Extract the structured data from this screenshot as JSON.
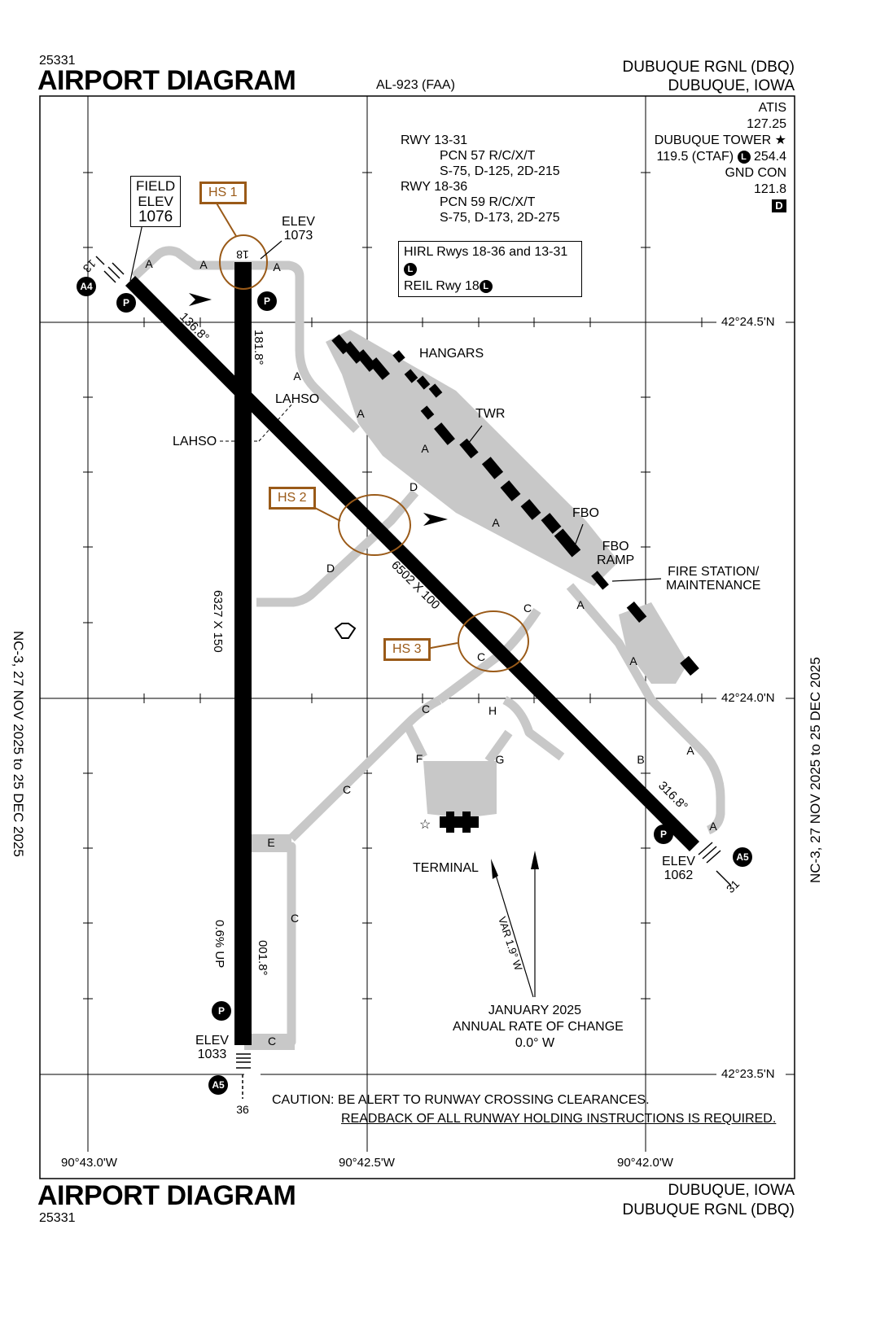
{
  "header": {
    "doc_number": "25331",
    "title": "AIRPORT DIAGRAM",
    "procedure_id": "AL-923 (FAA)",
    "airport_name": "DUBUQUE RGNL (DBQ)",
    "location": "DUBUQUE, IOWA"
  },
  "footer": {
    "doc_number": "25331",
    "title": "AIRPORT DIAGRAM",
    "location": "DUBUQUE, IOWA",
    "airport_name": "DUBUQUE RGNL (DBQ)"
  },
  "side_dates": {
    "left": "NC-3, 27 NOV 2025 to 25 DEC 2025",
    "right": "NC-3, 27 NOV 2025 to 25 DEC 2025"
  },
  "comms": {
    "atis_label": "ATIS",
    "atis_freq": "127.25",
    "tower_label": "DUBUQUE TOWER",
    "tower_symbol": "★",
    "tower_freq_1": "119.5 (CTAF)",
    "lights_symbol": "L",
    "tower_freq_2": "254.4",
    "gnd_label": "GND CON",
    "gnd_freq": "121.8",
    "dlabel": "D"
  },
  "runway_info": {
    "lines": [
      "RWY 13-31",
      "PCN 57 R/C/X/T",
      "S-75, D-125, 2D-215",
      "RWY 18-36",
      "PCN 59 R/C/X/T",
      "S-75, D-173, 2D-275"
    ]
  },
  "lighting": {
    "line1": "HIRL Rwys 18-36 and 13-31",
    "line2": "REIL Rwy 18",
    "symbol": "L"
  },
  "field_elev": {
    "line1": "FIELD",
    "line2": "ELEV",
    "line3": "1076"
  },
  "hotspots": {
    "hs1": "HS 1",
    "hs2": "HS 2",
    "hs3": "HS 3"
  },
  "labels": {
    "elev_18_label": "ELEV",
    "elev_18": "1073",
    "elev_31_label": "ELEV",
    "elev_31": "1062",
    "elev_36_label": "ELEV",
    "elev_36": "1033",
    "hangars": "HANGARS",
    "twr": "TWR",
    "fbo": "FBO",
    "fbo_ramp_1": "FBO",
    "fbo_ramp_2": "RAMP",
    "fire_1": "FIRE STATION/",
    "fire_2": "MAINTENANCE",
    "terminal": "TERMINAL",
    "lahso_a": "LAHSO",
    "lahso_b": "LAHSO",
    "rwy_18": "18",
    "rwy_36": "36",
    "rwy_13": "13",
    "rwy_31": "31",
    "hdg_136": "136.8°",
    "hdg_181": "181.8°",
    "hdg_316": "316.8°",
    "hdg_001": "001.8°",
    "dim_18_36": "6327 X 150",
    "dim_13_31": "6502 X 100",
    "grade": "0.6% UP",
    "approach_a4": "A4",
    "approach_a5a": "A5",
    "approach_a5b": "A5",
    "p_marker": "P"
  },
  "taxiways": [
    "A",
    "A",
    "A",
    "A",
    "A",
    "A",
    "A",
    "A",
    "A",
    "A",
    "B",
    "C",
    "C",
    "C",
    "C",
    "C",
    "D",
    "D",
    "E",
    "F",
    "G",
    "H"
  ],
  "magnetic": {
    "var": "VAR 1.9° W",
    "date": "JANUARY 2025",
    "rate_label": "ANNUAL RATE OF CHANGE",
    "rate": "0.0° W"
  },
  "caution": {
    "line1": "CAUTION: BE ALERT TO RUNWAY CROSSING CLEARANCES.",
    "line2": "READBACK OF ALL RUNWAY HOLDING INSTRUCTIONS IS REQUIRED."
  },
  "grid": {
    "lat_1": "42°24.5'N",
    "lat_2": "42°24.0'N",
    "lat_3": "42°23.5'N",
    "lon_1": "90°43.0'W",
    "lon_2": "90°42.5'W",
    "lon_3": "90°42.0'W"
  },
  "colors": {
    "taxiway": "#c8c8c8",
    "hotspot": "#9a5a18",
    "runway": "#000000"
  }
}
